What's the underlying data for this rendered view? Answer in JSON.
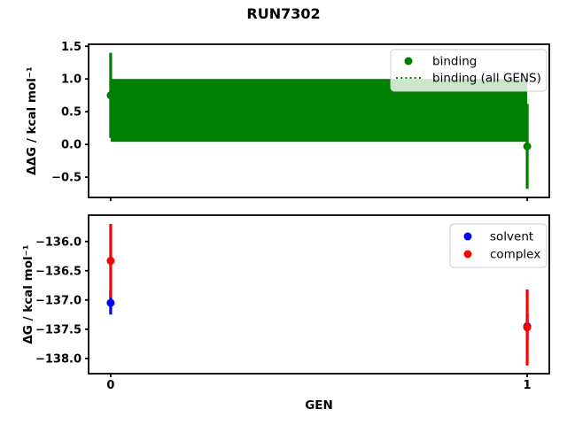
{
  "title": "RUN7302",
  "chart_data": [
    {
      "type": "scatter",
      "ylabel": "ΔΔG / kcal mol⁻¹",
      "ylim": [
        -0.81,
        1.53
      ],
      "yticks": [
        {
          "v": 1.5,
          "label": "1.5"
        },
        {
          "v": 1.0,
          "label": "1.0"
        },
        {
          "v": 0.5,
          "label": "0.5"
        },
        {
          "v": 0.0,
          "label": "0.0"
        },
        {
          "v": -0.5,
          "label": "−0.5"
        }
      ],
      "xlim": [
        -0.053,
        1.053
      ],
      "xticks": [
        {
          "v": 0,
          "label": "0"
        },
        {
          "v": 1,
          "label": "1"
        }
      ],
      "show_xtick_labels": false,
      "grid": false,
      "series": [
        {
          "name": "binding",
          "color": "#008000",
          "marker": "circle",
          "x": [
            0,
            1
          ],
          "y": [
            0.75,
            -0.03
          ],
          "yerr": [
            0.65,
            0.65
          ]
        }
      ],
      "band": {
        "name": "binding (all GENS)",
        "color": "#008000",
        "linestyle": "dotted",
        "x": [
          0,
          1
        ],
        "value": 0.52,
        "error": 0.48
      },
      "legend": {
        "position": "upper right",
        "entries": [
          {
            "label": "binding",
            "marker": "dot",
            "color": "#008000"
          },
          {
            "label": "binding (all GENS)",
            "marker": "dotted-line",
            "color": "#008000"
          }
        ]
      }
    },
    {
      "type": "scatter",
      "ylabel": "ΔG / kcal mol⁻¹",
      "xlabel": "GEN",
      "ylim": [
        -138.26,
        -135.55
      ],
      "yticks": [
        {
          "v": -136.0,
          "label": "−136.0"
        },
        {
          "v": -136.5,
          "label": "−136.5"
        },
        {
          "v": -137.0,
          "label": "−137.0"
        },
        {
          "v": -137.5,
          "label": "−137.5"
        },
        {
          "v": -138.0,
          "label": "−138.0"
        }
      ],
      "xlim": [
        -0.053,
        1.053
      ],
      "xticks": [
        {
          "v": 0,
          "label": "0"
        },
        {
          "v": 1,
          "label": "1"
        }
      ],
      "show_xtick_labels": true,
      "grid": false,
      "series": [
        {
          "name": "solvent",
          "color": "#0000ff",
          "marker": "circle",
          "x": [
            0,
            1
          ],
          "y": [
            -137.05,
            -137.45
          ],
          "yerr": [
            0.2,
            0.22
          ]
        },
        {
          "name": "complex",
          "color": "#ff0000",
          "marker": "circle",
          "x": [
            0,
            1
          ],
          "y": [
            -136.33,
            -137.47
          ],
          "yerr": [
            0.63,
            0.65
          ]
        }
      ],
      "legend": {
        "position": "upper right",
        "entries": [
          {
            "label": "solvent",
            "marker": "dot",
            "color": "#0000ff"
          },
          {
            "label": "complex",
            "marker": "dot",
            "color": "#ff0000"
          }
        ]
      }
    }
  ]
}
